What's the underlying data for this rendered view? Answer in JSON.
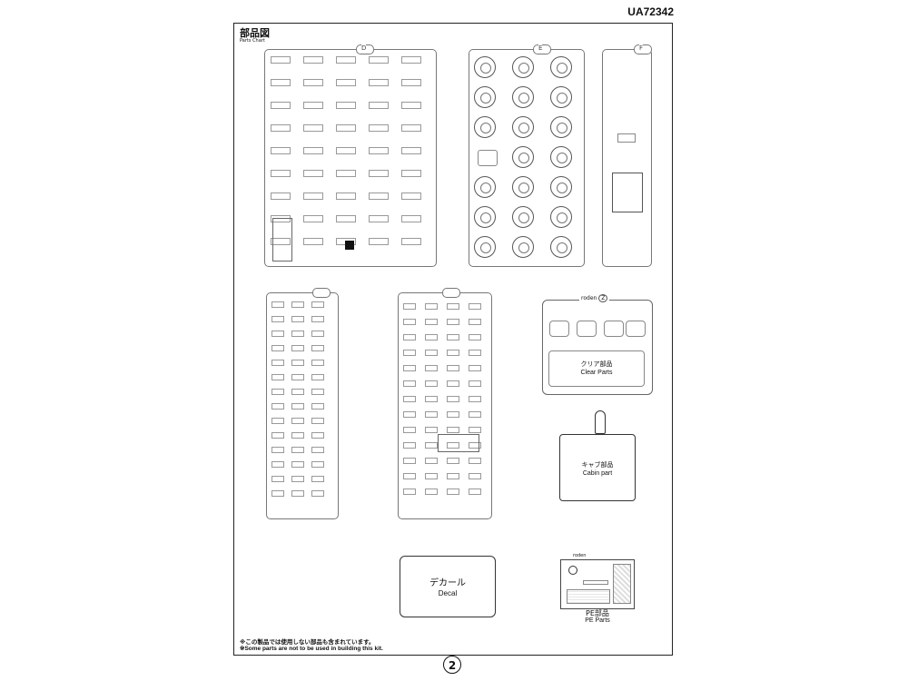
{
  "doc_code": "UA72342",
  "title": {
    "ja": "部品図",
    "en": "Parts Chart"
  },
  "sprues": [
    {
      "label": "D"
    },
    {
      "label": "E"
    },
    {
      "label": "F"
    },
    {
      "label": ""
    },
    {
      "label": ""
    },
    {
      "label": "Z"
    }
  ],
  "brand": "roden",
  "clear": {
    "ja": "クリア部品",
    "en": "Clear Parts"
  },
  "cabin": {
    "ja": "キャブ部品",
    "en": "Cabin part"
  },
  "decal": {
    "ja": "デカール",
    "en": "Decal"
  },
  "pe": {
    "ja": "PE部品",
    "en": "PE Parts"
  },
  "notes": {
    "ja": "※この製品では使用しない部品も含まれています。",
    "en": "※Some parts are not to be used in building this kit."
  },
  "page_number": "2"
}
